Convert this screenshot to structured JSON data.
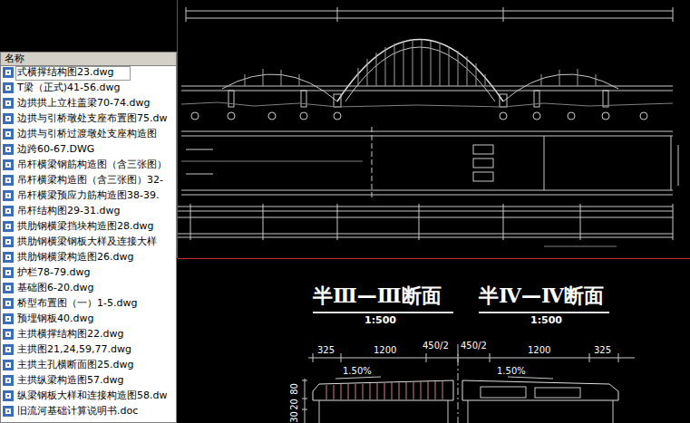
{
  "diagram": {
    "nodes": [
      {
        "text": [
          "名称"
        ]
      }
    ],
    "labels": [
      "式横撑结构图23.dwg",
      "T梁（正式)41-56.dwg",
      "边拱拱上立柱盖梁70-74.dwg",
      "边拱与引桥墩处支座布置图75.dw",
      "边拱与引桥过渡墩处支座构造图",
      "边跨60-67.DWG",
      "吊杆横梁钢筋构造图（含三张图）",
      "吊杆横梁构造图（含三张图）32-",
      "吊杆横梁预应力筋构造图38-39.",
      "吊杆结构图29-31.dwg",
      "拱肋钢横梁挡块构造图28.dwg",
      "拱肋钢横梁钢板大样及连接大样",
      "拱肋钢横梁构造图26.dwg",
      "护栏78-79.dwg",
      "基础图6-20.dwg",
      "桥型布置图（一）1-5.dwg",
      "预埋钢板40.dwg",
      "主拱横撑结构图22.dwg",
      "主拱图21,24,59,77.dwg",
      "主拱主孔横断面图25.dwg",
      "主拱纵梁构造图57.dwg",
      "纵梁钢板大样和连接构造图58.dw",
      "旧流河基础计算说明书.doc",
      "半Ⅲ—Ⅲ断面",
      "1:500",
      "半Ⅳ—Ⅳ断面",
      "1:500",
      "325",
      "1200",
      "450/2",
      "450/2",
      "1200",
      "325",
      "1.50%",
      "1.50%",
      "80",
      "20",
      "30"
    ]
  }
}
